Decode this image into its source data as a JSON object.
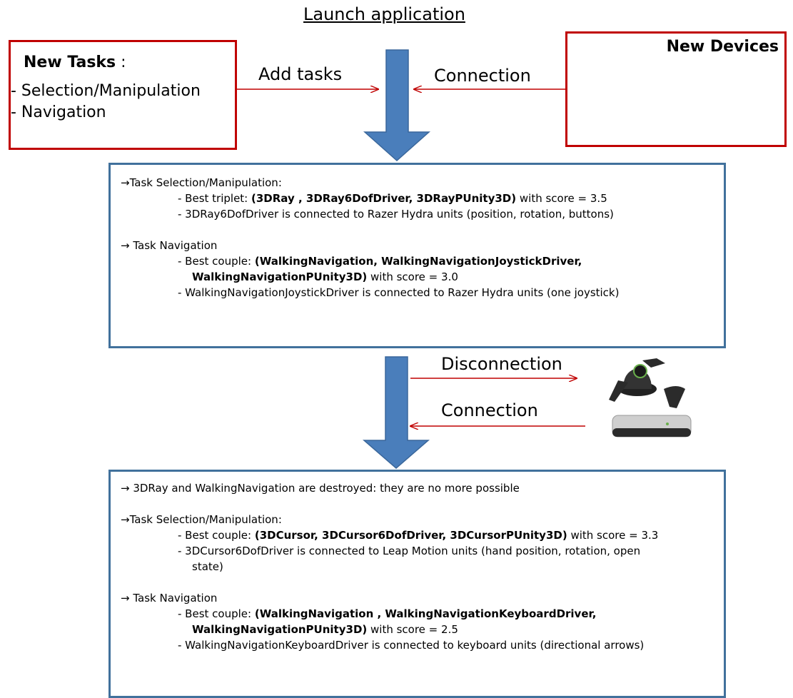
{
  "title": "Launch application",
  "new_tasks": {
    "heading_bold": "New Tasks",
    "heading_suffix": " :",
    "items": [
      "- Selection/Manipulation",
      "- Navigation"
    ]
  },
  "new_devices": {
    "heading": "New Devices"
  },
  "edges": {
    "add_tasks": "Add tasks",
    "connection_top": "Connection",
    "disconnection": "Disconnection",
    "connection_bottom": "Connection"
  },
  "box1": {
    "sel_heading": "→Task Selection/Manipulation:",
    "sel_line1_pre": "-     Best triplet: ",
    "sel_line1_bold": "(3DRay , 3DRay6DofDriver, 3DRayPUnity3D)",
    "sel_line1_post": " with score = 3.5",
    "sel_line2": "-     3DRay6DofDriver is connected to Razer Hydra units (position, rotation, buttons)",
    "nav_heading": "→ Task Navigation",
    "nav_line1_pre": "-     Best couple: ",
    "nav_line1_bold": "(WalkingNavigation, WalkingNavigationJoystickDriver,",
    "nav_line1b_bold": "WalkingNavigationPUnity3D)",
    "nav_line1b_post": " with score = 3.0",
    "nav_line2": "-     WalkingNavigationJoystickDriver is connected to Razer Hydra units (one joystick)"
  },
  "box2": {
    "destroyed": "→ 3DRay and WalkingNavigation are destroyed: they are no more possible",
    "sel_heading": "→Task Selection/Manipulation:",
    "sel_line1_pre": "-     Best couple: ",
    "sel_line1_bold": "(3DCursor, 3DCursor6DofDriver, 3DCursorPUnity3D)",
    "sel_line1_post": " with score = 3.3",
    "sel_line2": "-     3DCursor6DofDriver is connected to Leap Motion units (hand position, rotation, open",
    "sel_line2b": "state)",
    "nav_heading": "→ Task Navigation",
    "nav_line1_pre": "-     Best couple: ",
    "nav_line1_bold": "(WalkingNavigation , WalkingNavigationKeyboardDriver,",
    "nav_line1b_bold": "WalkingNavigationPUnity3D)",
    "nav_line1b_post": " with score = 2.5",
    "nav_line2": "-     WalkingNavigationKeyboardDriver is connected to keyboard units (directional arrows)"
  },
  "colors": {
    "red_border": "#c00000",
    "blue_border": "#41719c",
    "arrow_fill": "#4a7ebb",
    "device_dark": "#2b2b2b",
    "accent_green": "#6ab04c"
  }
}
